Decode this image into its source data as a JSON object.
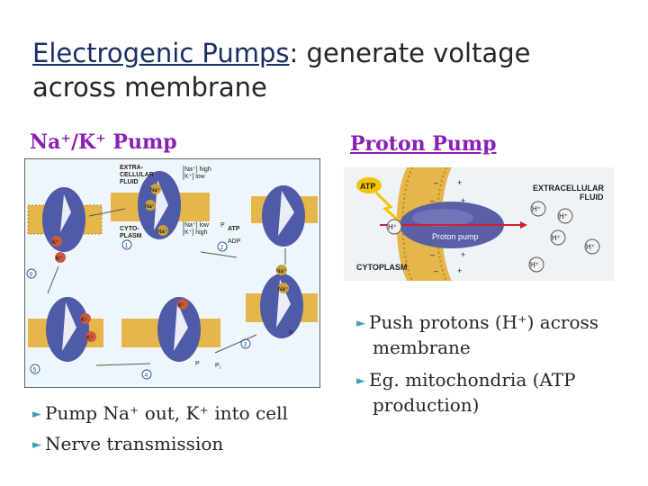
{
  "slide": {
    "title_underlined": "Electrogenic Pumps",
    "title_rest_line1": ": generate voltage",
    "title_line2": "across membrane"
  },
  "left": {
    "heading": "Na⁺/K⁺ Pump",
    "diagram": {
      "extracellular_label": [
        "EXTRA-",
        "CELLULAR",
        "FLUID"
      ],
      "cytoplasm_label": [
        "CYTO-",
        "PLASM"
      ],
      "na_high": "[Na⁺] high",
      "k_low": "[K⁺] low",
      "na_low": "[Na⁺] low",
      "k_high": "[K⁺] high",
      "na": "Na⁺",
      "k": "K⁺",
      "atp": "ATP",
      "adp": "ADP",
      "p": "P",
      "pi": "P",
      "pi_sub": "i",
      "steps": [
        "1",
        "2",
        "3",
        "4",
        "5",
        "6"
      ]
    },
    "bullets": [
      "Pump Na⁺ out, K⁺ into cell",
      "Nerve transmission"
    ]
  },
  "right": {
    "heading": "Proton Pump",
    "diagram": {
      "atp": "ATP",
      "extracellular": [
        "EXTRACELLULAR",
        "FLUID"
      ],
      "cytoplasm": "CYTOPLASM",
      "pump_label": "Proton pump",
      "proton": "H⁺",
      "plus": "+",
      "minus": "–"
    },
    "bullets": [
      {
        "line1": "Push protons (H⁺) across",
        "line2": "membrane"
      },
      {
        "line1": "Eg. mitochondria (ATP",
        "line2": "production)"
      }
    ]
  },
  "colors": {
    "heading": "#8a1fb5",
    "title_underlined": "#1a2f63",
    "bullet_marker": "#3aa0b9",
    "membrane": "#e5b64a",
    "pump_protein": "#5a5fa6"
  }
}
